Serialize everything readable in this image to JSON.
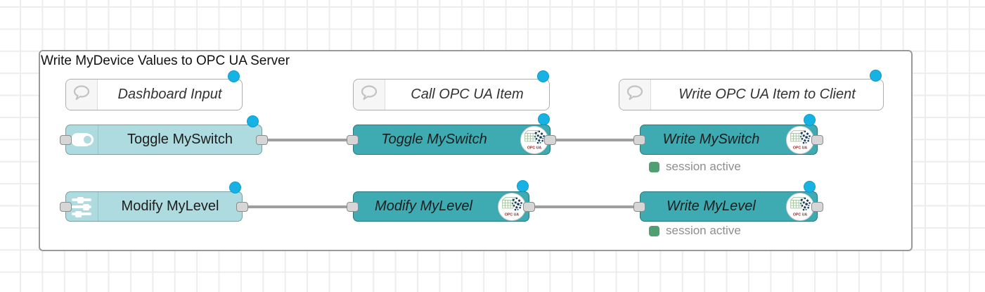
{
  "group": {
    "title": "Write MyDevice Values to OPC UA Server"
  },
  "comments": [
    {
      "label": "Dashboard Input",
      "icon": "comment-icon"
    },
    {
      "label": "Call OPC UA Item",
      "icon": "comment-icon"
    },
    {
      "label": "Write OPC UA Item to Client",
      "icon": "comment-icon"
    }
  ],
  "nodes": [
    {
      "label": "Toggle MySwitch",
      "kind": "dashboard-switch",
      "icon": "toggle-switch-icon"
    },
    {
      "label": "Modify MyLevel",
      "kind": "dashboard-slider",
      "icon": "sliders-icon"
    },
    {
      "label": "Toggle MySwitch",
      "kind": "opcua-item-caller",
      "badge": "OPC UA"
    },
    {
      "label": "Modify MyLevel",
      "kind": "opcua-item-caller",
      "badge": "OPC UA"
    },
    {
      "label": "Write MySwitch",
      "kind": "opcua-write-client",
      "badge": "OPC UA",
      "status": "session active"
    },
    {
      "label": "Write MyLevel",
      "kind": "opcua-write-client",
      "badge": "OPC UA",
      "status": "session active"
    }
  ],
  "colors": {
    "changed_dot": "#17b2e4",
    "node_light": "#aedbdf",
    "node_dark": "#3dabb1",
    "status_ok": "#4f9f72",
    "wire": "#9f9f9f",
    "group_border": "#9a9a9a",
    "opcua_badge_text": "#8b2e2e"
  }
}
